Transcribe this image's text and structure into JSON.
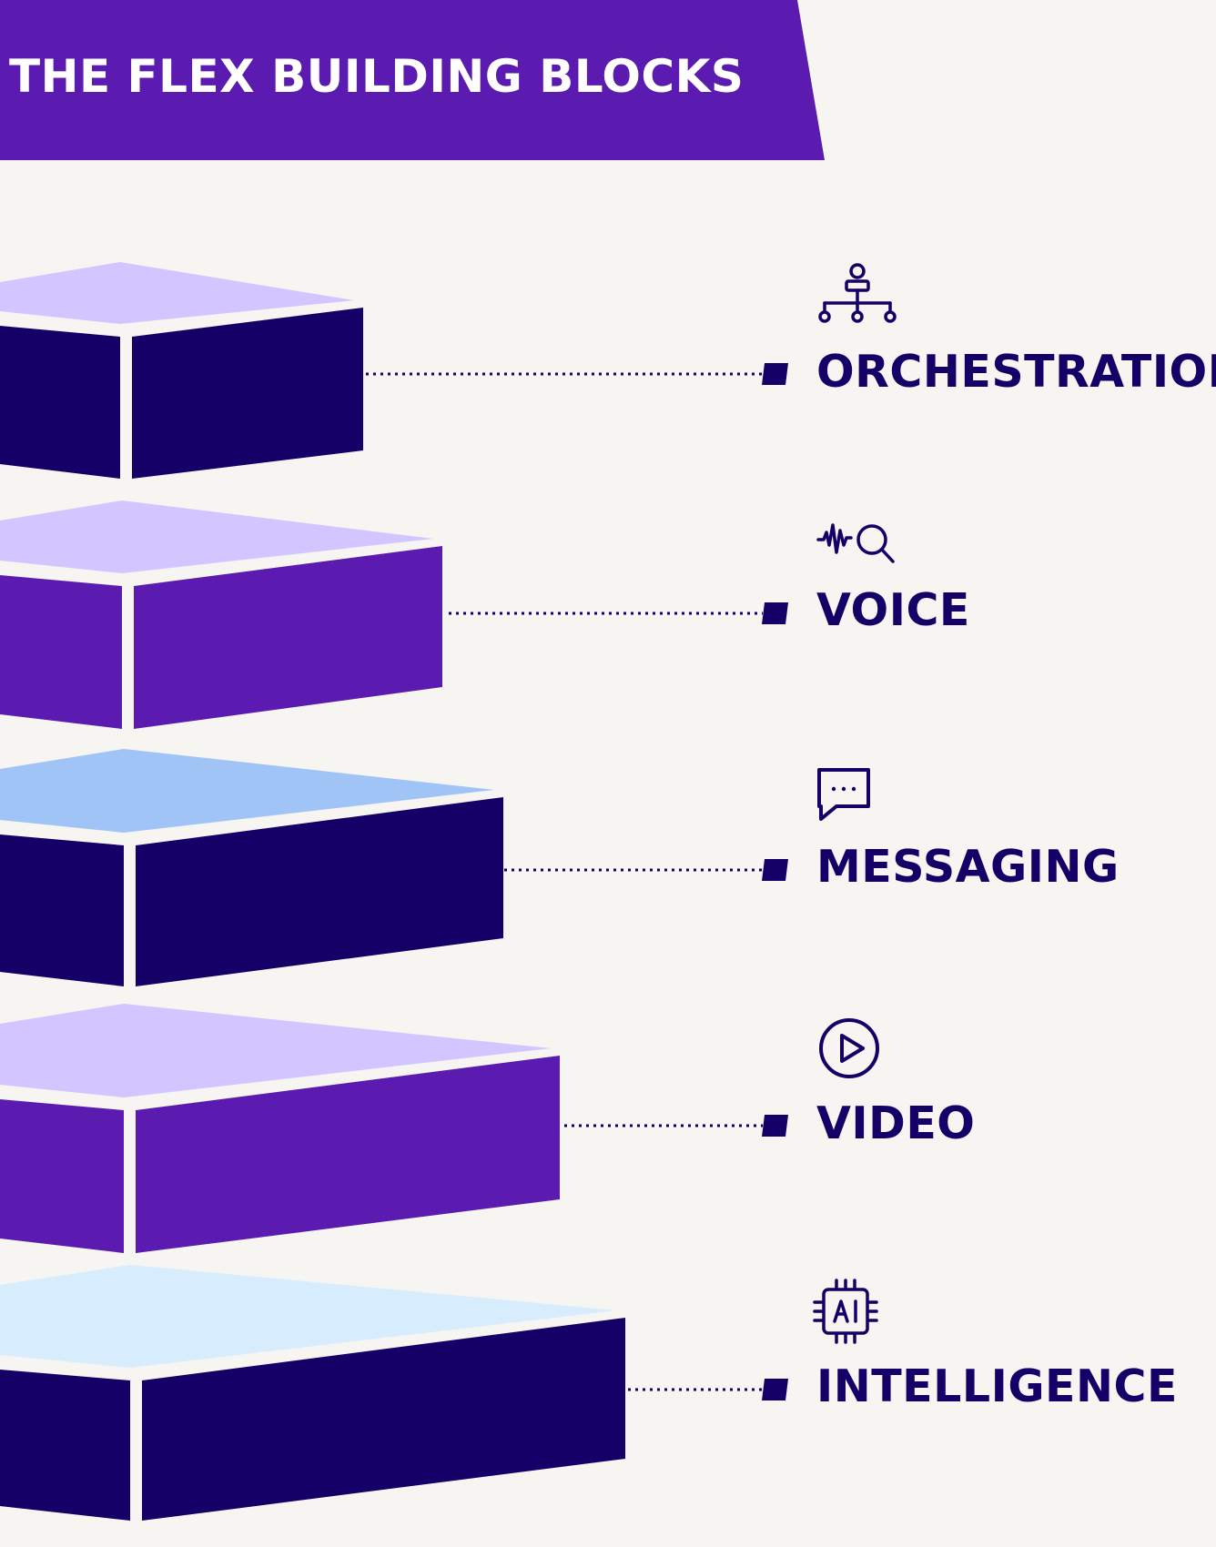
{
  "title": "THE FLEX BUILDING BLOCKS",
  "colors": {
    "header_bg": "#5b1bb0",
    "label_text": "#140066",
    "navy": "#140066",
    "purple": "#5b1bb0",
    "lavender": "#d1c6ff",
    "sky": "#9fc4f5",
    "pale_blue": "#d7ecfc",
    "background": "#f6f5f1"
  },
  "blocks": [
    {
      "label": "ORCHESTRATION",
      "icon": "org-chart-icon",
      "top_color": "#d1c6ff",
      "side_color": "#140066"
    },
    {
      "label": "VOICE",
      "icon": "voice-search-icon",
      "top_color": "#d1c6ff",
      "side_color": "#5b1bb0"
    },
    {
      "label": "MESSAGING",
      "icon": "chat-bubble-icon",
      "top_color": "#9fc4f5",
      "side_color": "#140066"
    },
    {
      "label": "VIDEO",
      "icon": "play-circle-icon",
      "top_color": "#d1c6ff",
      "side_color": "#5b1bb0"
    },
    {
      "label": "INTELLIGENCE",
      "icon": "ai-chip-icon",
      "top_color": "#d7ecfc",
      "side_color": "#140066"
    }
  ]
}
